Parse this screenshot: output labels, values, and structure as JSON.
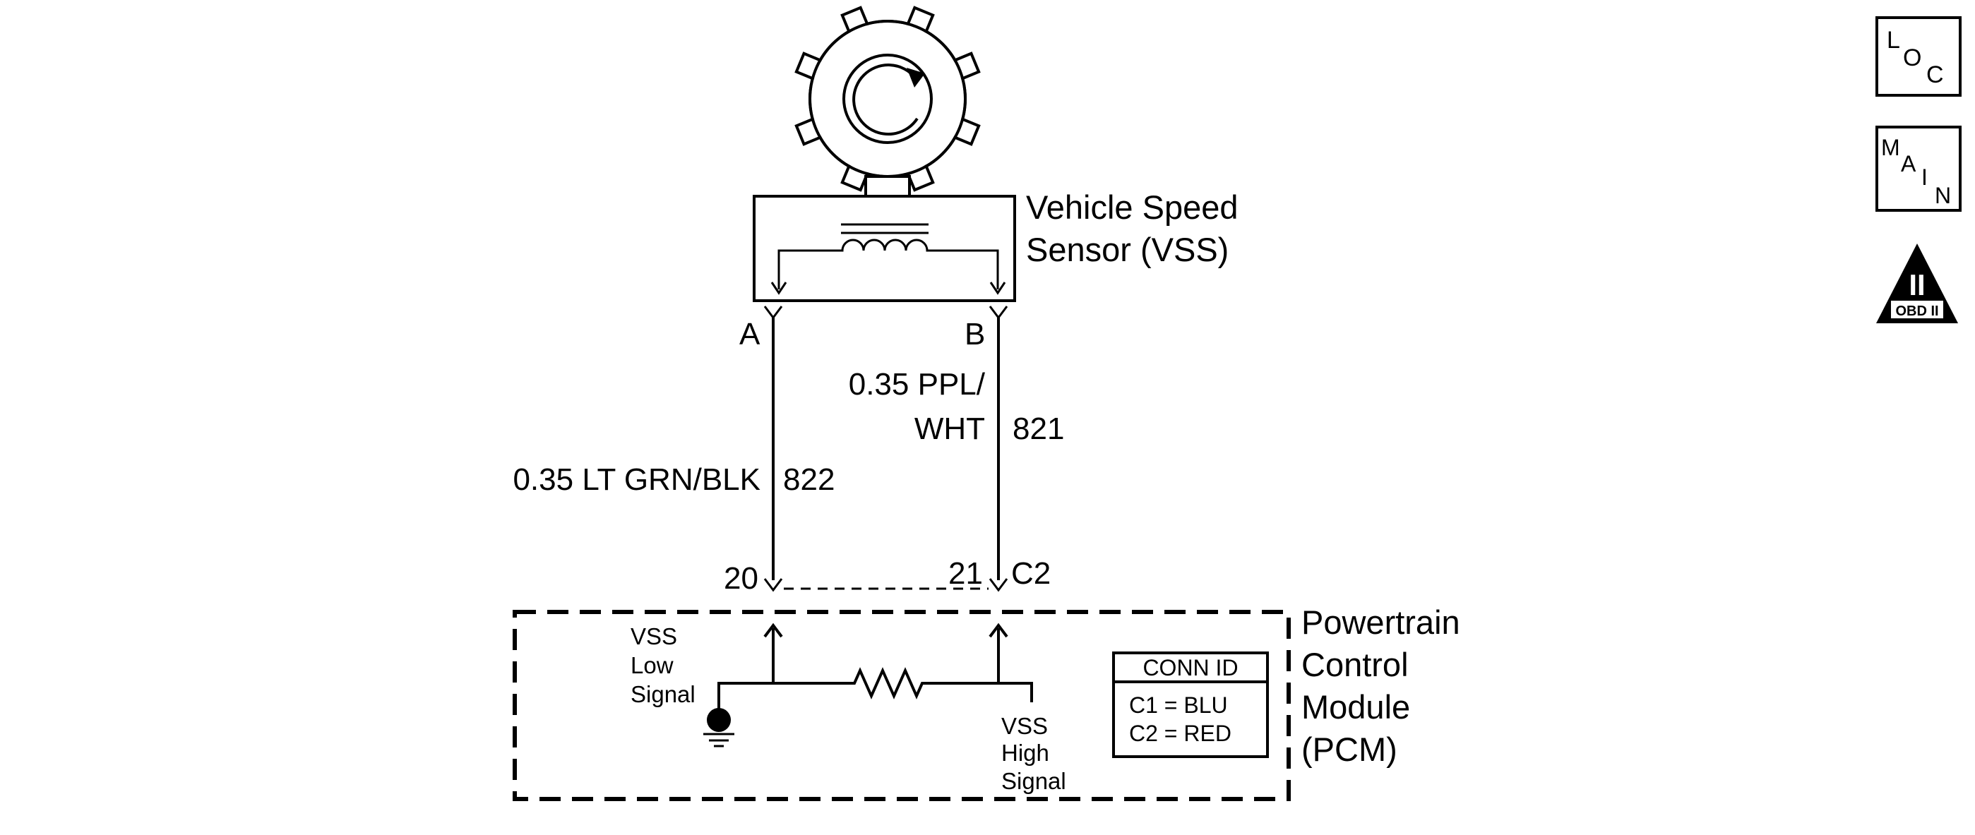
{
  "sensor": {
    "name_line1": "Vehicle Speed",
    "name_line2": "Sensor (VSS)",
    "pin_a": "A",
    "pin_b": "B"
  },
  "wires": {
    "left": {
      "gauge_color": "0.35 LT GRN/BLK",
      "circuit": "822"
    },
    "right": {
      "gauge_color_line1": "0.35 PPL/",
      "gauge_color_line2": "WHT",
      "circuit": "821"
    }
  },
  "pcm": {
    "name_line1": "Powertrain",
    "name_line2": "Control",
    "name_line3": "Module",
    "name_line4": "(PCM)",
    "pin_left": "20",
    "pin_right": "21",
    "connector": "C2",
    "low_signal": [
      "VSS",
      "Low",
      "Signal"
    ],
    "high_signal": [
      "VSS",
      "High",
      "Signal"
    ]
  },
  "conn_id": {
    "title": "CONN ID",
    "rows": [
      "C1 = BLU",
      "C2 = RED"
    ]
  },
  "badges": {
    "loc": [
      "L",
      "O",
      "C"
    ],
    "main": [
      "M",
      "A",
      "I",
      "N"
    ],
    "obd_numeral": "II",
    "obd_text": "OBD II"
  }
}
